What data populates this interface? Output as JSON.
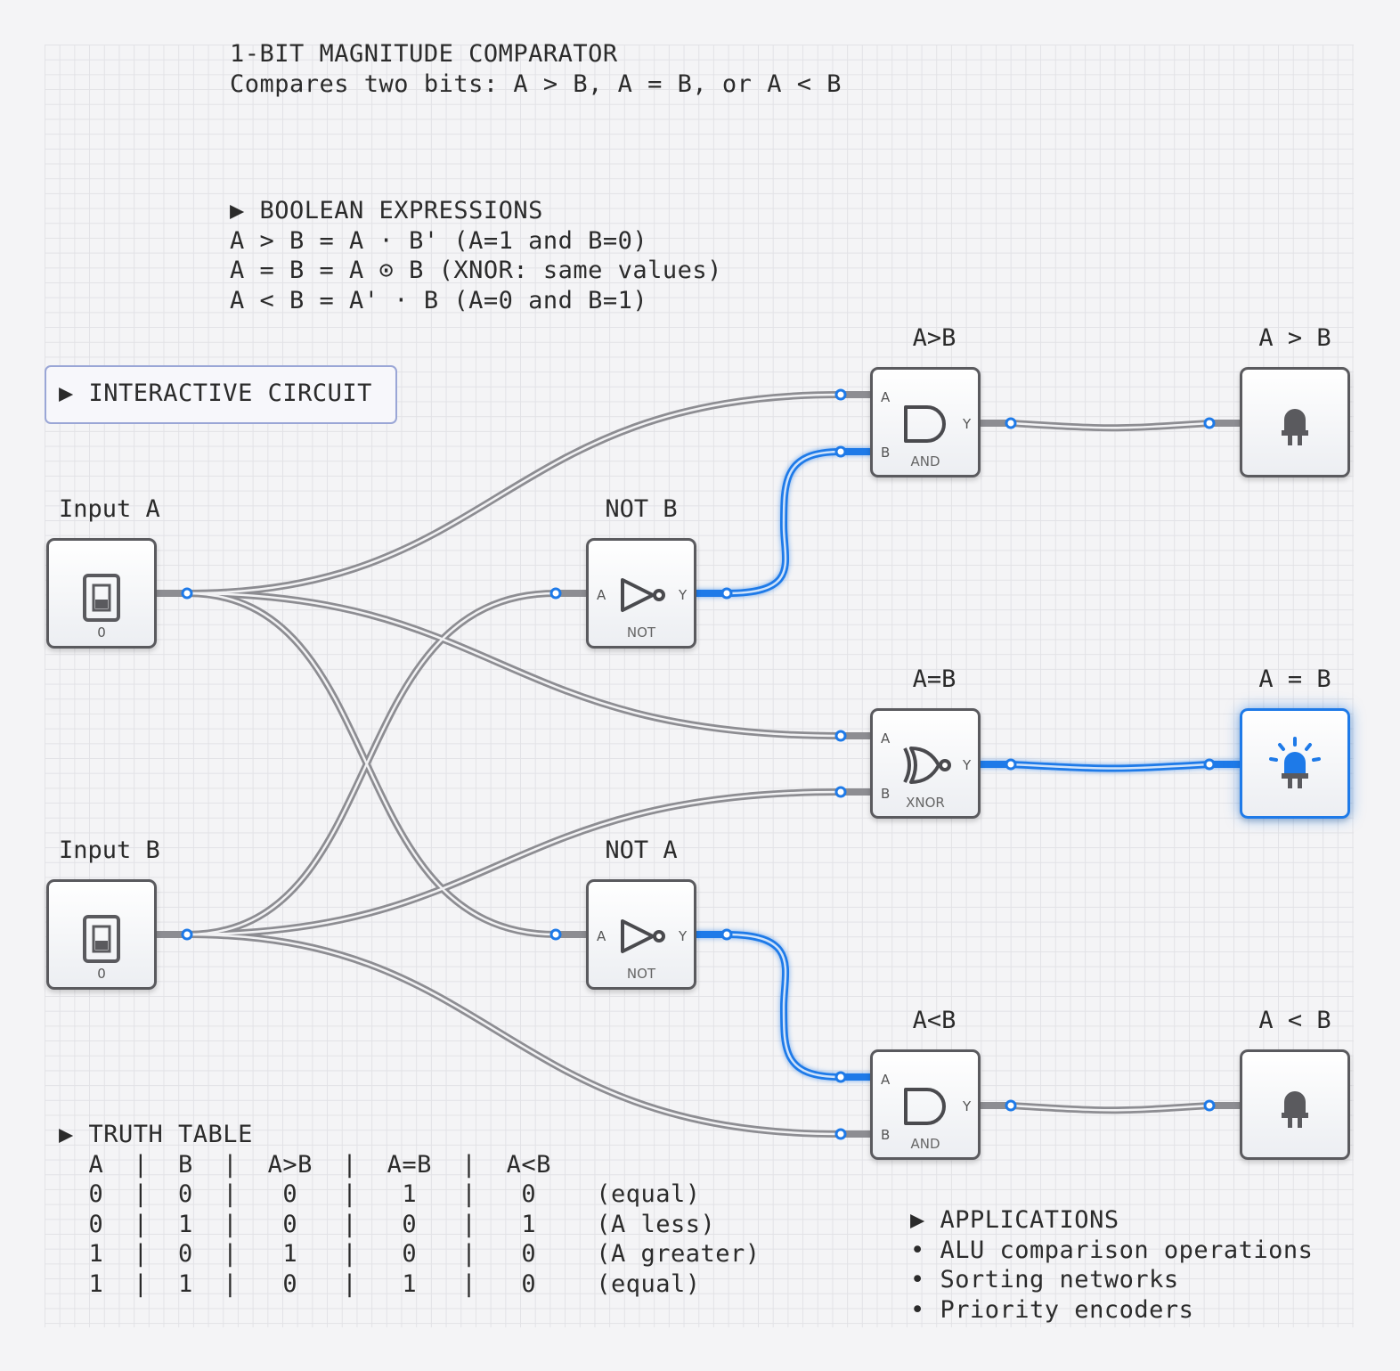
{
  "header": {
    "title": "1-BIT MAGNITUDE COMPARATOR",
    "subtitle": "Compares two bits: A > B, A = B, or A < B"
  },
  "expressions": {
    "heading": "▶ BOOLEAN EXPRESSIONS",
    "lines": [
      "A > B = A · B' (A=1 and B=0)",
      "A = B = A ⊙ B (XNOR: same values)",
      "A < B = A' · B (A=0 and B=1)"
    ]
  },
  "panel": {
    "label": "▶ INTERACTIVE CIRCUIT"
  },
  "inputs": [
    {
      "label": "Input A",
      "value": "0",
      "icon": "switch-icon"
    },
    {
      "label": "Input B",
      "value": "0",
      "icon": "switch-icon"
    }
  ],
  "gates": {
    "not_b": {
      "label": "NOT B",
      "type": "NOT",
      "pin_a": "A",
      "pin_y": "Y"
    },
    "not_a": {
      "label": "NOT A",
      "type": "NOT",
      "pin_a": "A",
      "pin_y": "Y"
    },
    "gt": {
      "label": "A>B",
      "type": "AND",
      "pin_a": "A",
      "pin_b": "B",
      "pin_y": "Y"
    },
    "eq": {
      "label": "A=B",
      "type": "XNOR",
      "pin_a": "A",
      "pin_b": "B",
      "pin_y": "Y"
    },
    "lt": {
      "label": "A<B",
      "type": "AND",
      "pin_a": "A",
      "pin_b": "B",
      "pin_y": "Y"
    }
  },
  "outputs": [
    {
      "label": "A > B",
      "lit": false,
      "icon": "led-icon"
    },
    {
      "label": "A = B",
      "lit": true,
      "icon": "led-icon"
    },
    {
      "label": "A < B",
      "lit": false,
      "icon": "led-icon"
    }
  ],
  "truth_table": {
    "heading": "▶ TRUTH TABLE",
    "lines": [
      "  A  |  B  |  A>B  |  A=B  |  A<B",
      "  0  |  0  |   0   |   1   |   0    (equal)",
      "  0  |  1  |   0   |   0   |   1    (A less)",
      "  1  |  0  |   1   |   0   |   0    (A greater)",
      "  1  |  1  |   0   |   1   |   0    (equal)"
    ]
  },
  "applications": {
    "heading": "▶ APPLICATIONS",
    "items": [
      "• ALU comparison operations",
      "• Sorting networks",
      "• Priority encoders"
    ]
  },
  "colors": {
    "wire_off": "#8d8d92",
    "wire_on": "#1e7ae8",
    "border": "#5a5a5e"
  }
}
